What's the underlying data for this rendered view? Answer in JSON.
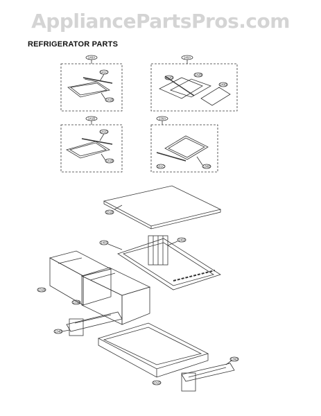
{
  "watermark": "AppliancePartsPros.com",
  "title": "REFRIGERATOR PARTS",
  "callouts": {
    "g1": "140A",
    "g1a": "141C",
    "g1b": "141B",
    "g2": "140A",
    "g2a": "142D",
    "g2b": "142B",
    "g2c": "140D",
    "g3": "141B",
    "g3a": "141D",
    "g3b": "141B",
    "g4": "130A",
    "g4a": "130D",
    "g4b": "161C",
    "cover": "151B",
    "frameL": "1403",
    "frameR": "1402",
    "crisperL": "131B",
    "crisperB": "131B",
    "railL": "134B",
    "pan": "101D",
    "railR": "136D"
  }
}
